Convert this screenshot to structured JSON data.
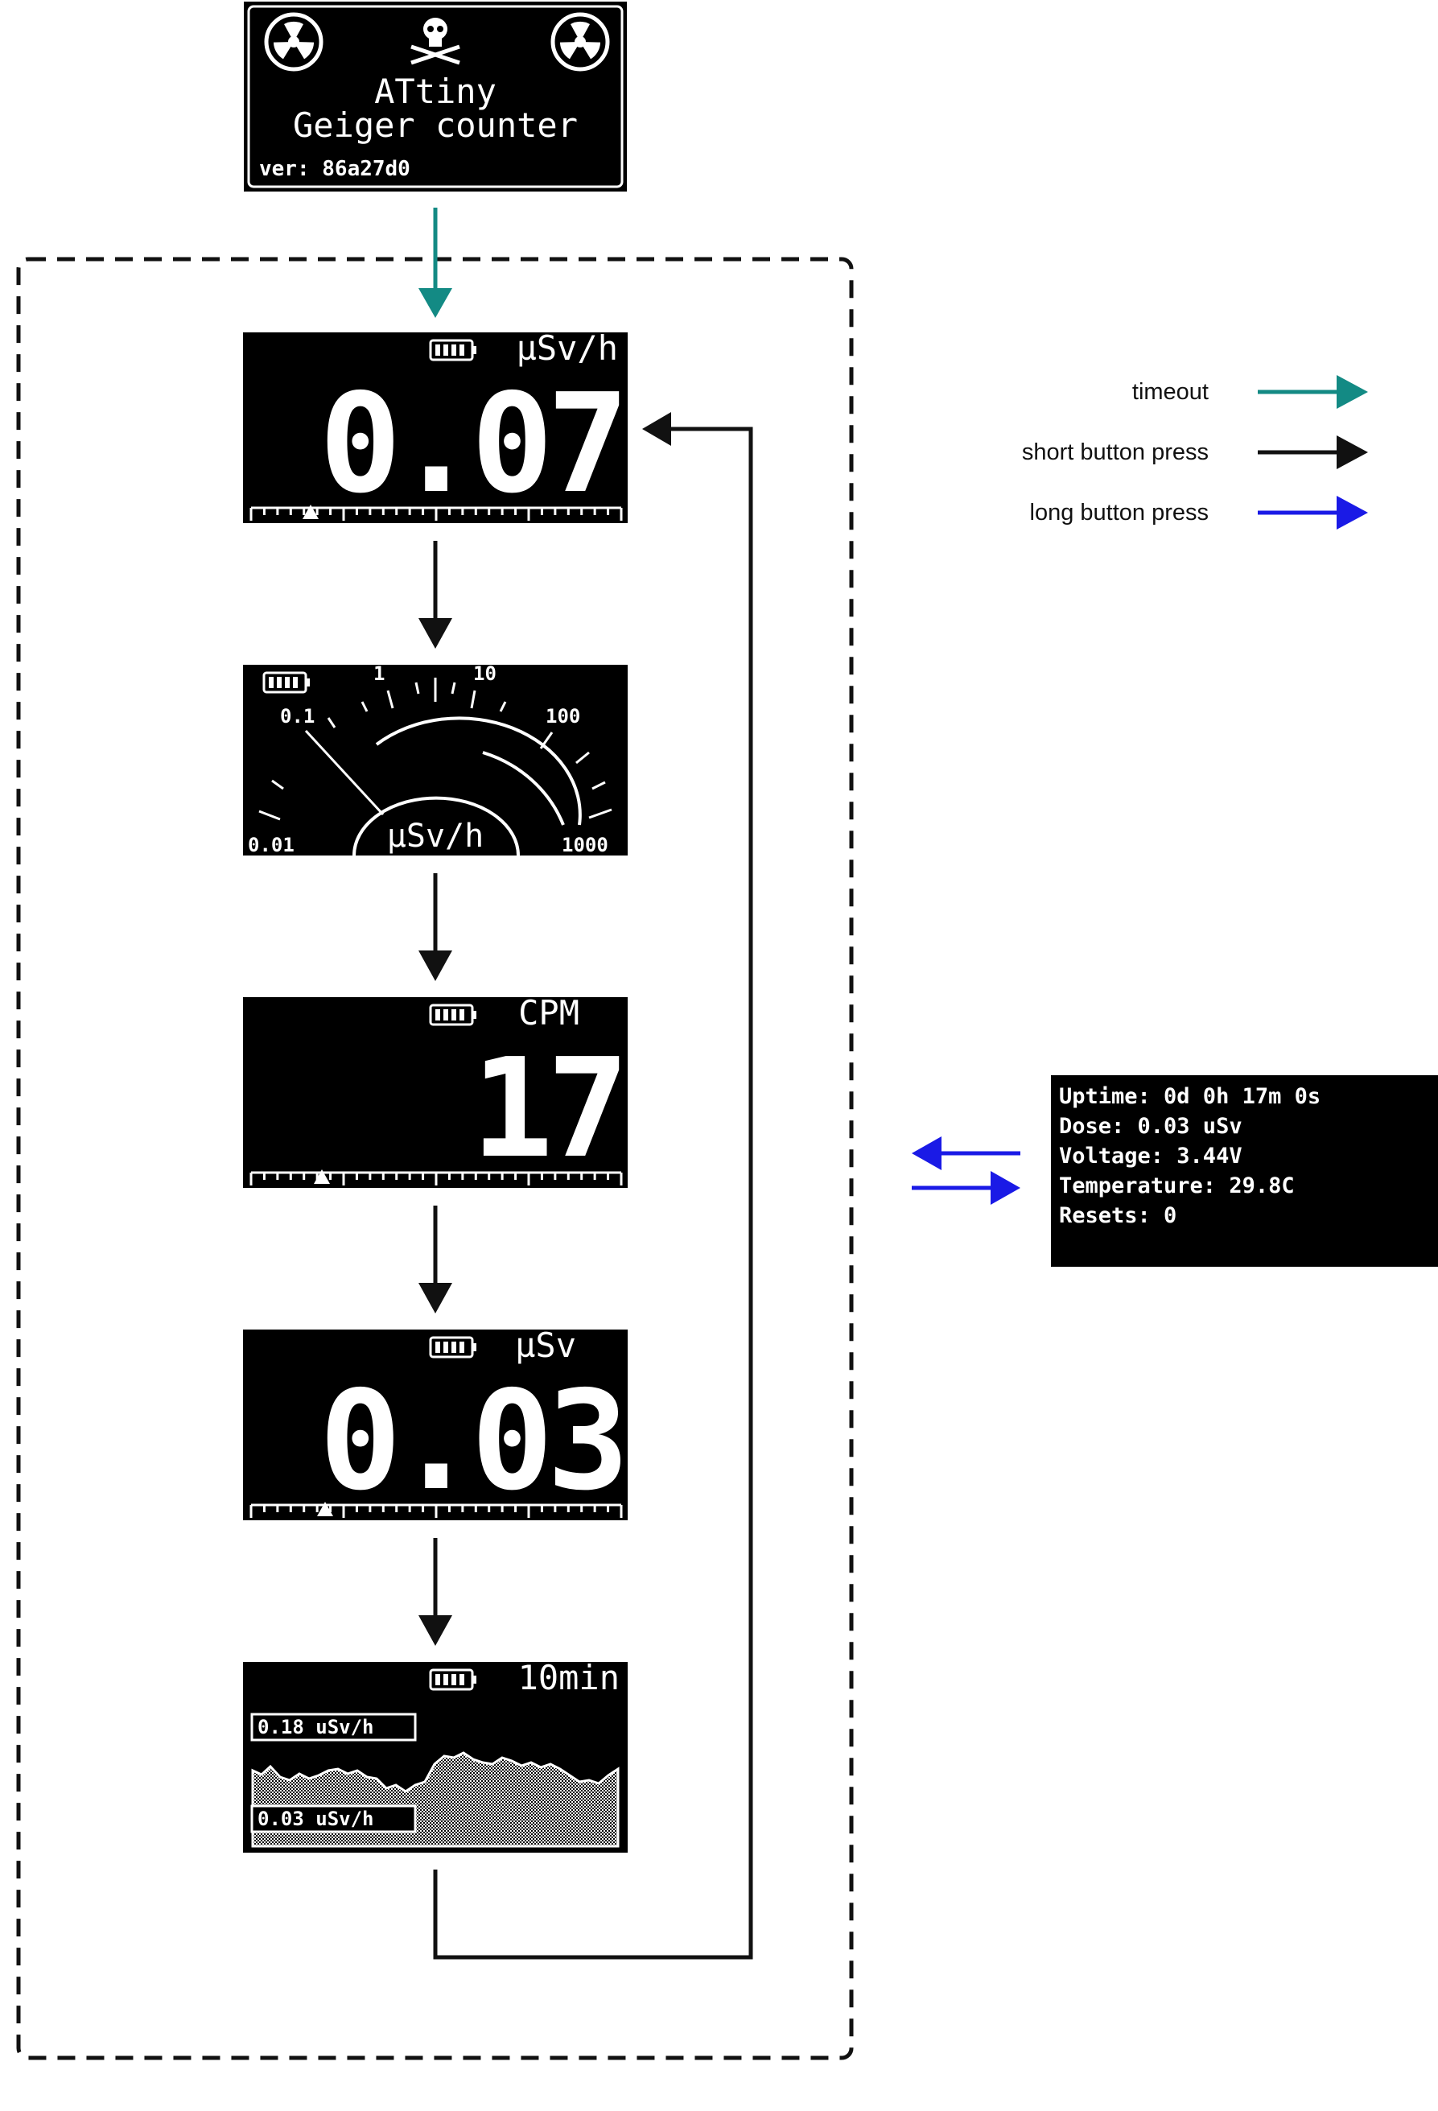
{
  "colors": {
    "timeout": "#138a84",
    "short_press": "#111111",
    "long_press": "#1a1ae6",
    "screen_bg": "#000000",
    "screen_fg": "#ffffff"
  },
  "legend": {
    "timeout_label": "timeout",
    "short_press_label": "short button press",
    "long_press_label": "long button press"
  },
  "splash": {
    "title_line1": "ATtiny",
    "title_line2": "Geiger counter",
    "version": "ver: 86a27d0",
    "icons": [
      "radiation-icon",
      "skull-crossbones-icon",
      "radiation-icon"
    ]
  },
  "screen_dose_rate": {
    "unit": "µSv/h",
    "value": "0.07",
    "battery_icon": "battery-full-icon"
  },
  "screen_gauge": {
    "unit": "µSv/h",
    "labels": [
      "0.01",
      "0.1",
      "1",
      "10",
      "100",
      "1000"
    ],
    "battery_icon": "battery-full-icon"
  },
  "screen_cpm": {
    "unit": "CPM",
    "value": "17",
    "battery_icon": "battery-full-icon"
  },
  "screen_dose": {
    "unit": "µSv",
    "value": "0.03",
    "battery_icon": "battery-full-icon"
  },
  "screen_history": {
    "period": "10min",
    "max_label": "0.18 uSv/h",
    "min_label": "0.03 uSv/h",
    "battery_icon": "battery-full-icon"
  },
  "stats_screen": {
    "lines": [
      "Uptime: 0d 0h 17m 0s",
      "Dose: 0.03 uSv",
      "Voltage: 3.44V",
      "Temperature: 29.8C",
      "Resets: 0"
    ]
  }
}
